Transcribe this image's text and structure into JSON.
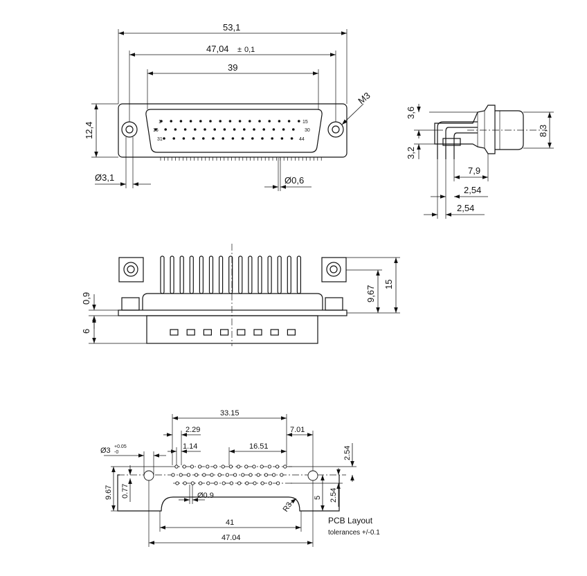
{
  "front_view": {
    "overall_width": "53,1",
    "mount_spacing": "47,04",
    "mount_spacing_tol": "±",
    "mount_spacing_tol_value": "0,1",
    "shell_width": "39",
    "height": "12,4",
    "mount_thread": "M3",
    "hole_diameter": "Ø3,1",
    "pin_diameter": "Ø0,6",
    "pin_labels": [
      "1",
      "15",
      "16",
      "30",
      "31",
      "44"
    ]
  },
  "side_view": {
    "top_offset": "3,6",
    "bottom_offset": "3,2",
    "body_height": "8,3",
    "depth": "7,9",
    "pitch_row1": "2,54",
    "pitch_row2": "2,54"
  },
  "top_view": {
    "flange_offset": "0,9",
    "shell_depth": "6",
    "pin_height": "9,67",
    "overall_height": "15"
  },
  "pcb_layout": {
    "row_length": "33.15",
    "first_offset": "2.29",
    "half_pitch": "1.14",
    "pitch_span": "16.51",
    "edge_offset": "7.01",
    "mount_hole": "Ø3",
    "mount_hole_tol": "+0.05\n-0",
    "mount_hole_tol_plus": "+0.05",
    "mount_hole_tol_minus": "-0",
    "pin_hole": "Ø0.9",
    "depth": "9.67",
    "row_offset": "0.77",
    "row_pitch_top": "2.54",
    "row_pitch_bottom": "2.54",
    "cutout_depth": "5",
    "radius": "R3",
    "cutout_width": "41",
    "mount_spacing": "47.04",
    "title": "PCB Layout",
    "tolerance_note": "tolerances +/-0.1"
  }
}
